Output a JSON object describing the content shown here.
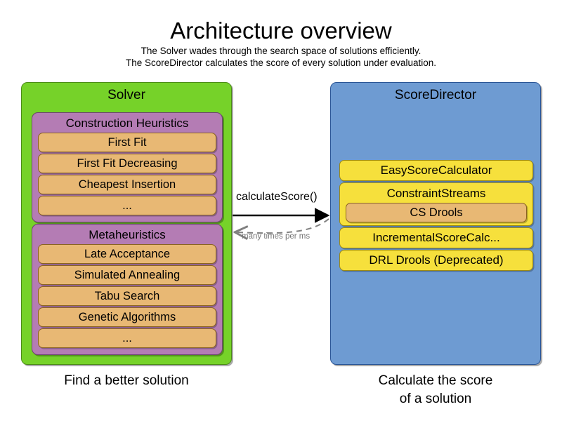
{
  "header": {
    "title": "Architecture overview",
    "subtitle_lines": [
      "The Solver wades through the search space of solutions efficiently.",
      "The ScoreDirector calculates the score of every solution under evaluation."
    ]
  },
  "solver_panel": {
    "title": "Solver",
    "color": "#76d229",
    "caption": "Find a better solution",
    "groups": [
      {
        "title": "Construction Heuristics",
        "color": "#b47cb4",
        "items": [
          "First Fit",
          "First Fit Decreasing",
          "Cheapest Insertion",
          "..."
        ]
      },
      {
        "title": "Metaheuristics",
        "color": "#b47cb4",
        "items": [
          "Late Acceptance",
          "Simulated Annealing",
          "Tabu Search",
          "Genetic Algorithms",
          "..."
        ]
      }
    ]
  },
  "scoredirector_panel": {
    "title": "ScoreDirector",
    "color": "#6e9bd2",
    "caption_lines": [
      "Calculate the score",
      "of a solution"
    ],
    "calculators": [
      {
        "label": "EasyScoreCalculator",
        "nested": null
      },
      {
        "label": "ConstraintStreams",
        "nested": "CS Drools"
      },
      {
        "label": "IncrementalScoreCalc...",
        "nested": null
      },
      {
        "label": "DRL Drools (Deprecated)",
        "nested": null
      }
    ]
  },
  "arrows": {
    "forward": {
      "label": "calculateScore()",
      "style": "solid",
      "color": "#000000",
      "direction": "left-to-right"
    },
    "back": {
      "label": "many times per ms",
      "style": "dashed",
      "color": "#808080",
      "direction": "right-to-left"
    }
  },
  "colors": {
    "item_box": "#e8b874",
    "calculator_box": "#f6e03c",
    "background": "#ffffff"
  }
}
